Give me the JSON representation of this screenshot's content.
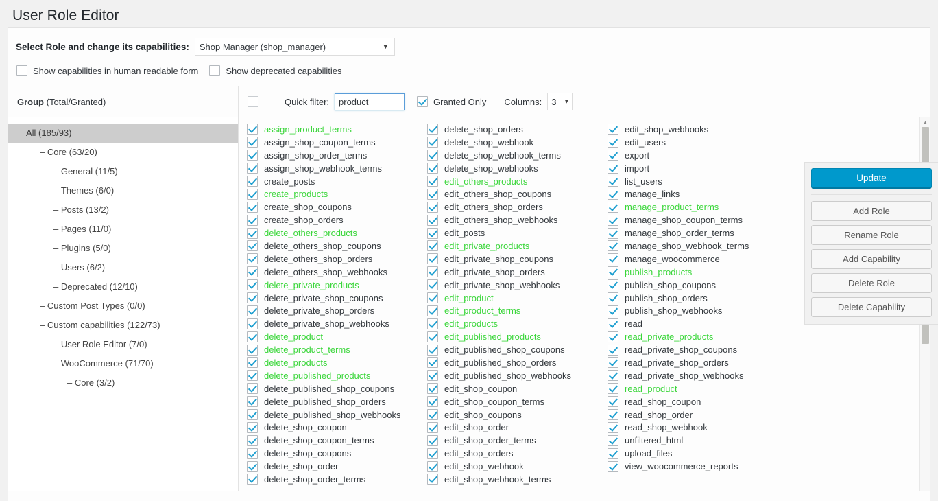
{
  "page": {
    "title": "User Role Editor"
  },
  "role_section": {
    "label": "Select Role and change its capabilities:",
    "selected_role": "Shop Manager (shop_manager)",
    "caret": "▼",
    "options": [
      "Shop Manager (shop_manager)"
    ],
    "checkboxes": [
      {
        "label": "Show capabilities in human readable form",
        "checked": false
      },
      {
        "label": "Show deprecated capabilities",
        "checked": false
      }
    ]
  },
  "toolbar": {
    "group_header_bold": "Group",
    "group_header_rest": " (Total/Granted)",
    "select_all_checked": false,
    "quick_filter_label": "Quick filter:",
    "quick_filter_value": "product",
    "quick_filter_placeholder": "",
    "granted_only_label": "Granted Only",
    "granted_only_checked": true,
    "columns_label": "Columns:",
    "columns_value": "3",
    "columns_caret": "▼"
  },
  "group_tree": [
    {
      "label": "All (185/93)",
      "depth": 0,
      "selected": true,
      "dash": false
    },
    {
      "label": "Core (63/20)",
      "depth": 1,
      "selected": false,
      "dash": true
    },
    {
      "label": "General (11/5)",
      "depth": 2,
      "selected": false,
      "dash": true
    },
    {
      "label": "Themes (6/0)",
      "depth": 2,
      "selected": false,
      "dash": true
    },
    {
      "label": "Posts (13/2)",
      "depth": 2,
      "selected": false,
      "dash": true
    },
    {
      "label": "Pages (11/0)",
      "depth": 2,
      "selected": false,
      "dash": true
    },
    {
      "label": "Plugins (5/0)",
      "depth": 2,
      "selected": false,
      "dash": true
    },
    {
      "label": "Users (6/2)",
      "depth": 2,
      "selected": false,
      "dash": true
    },
    {
      "label": "Deprecated (12/10)",
      "depth": 2,
      "selected": false,
      "dash": true
    },
    {
      "label": "Custom Post Types (0/0)",
      "depth": 1,
      "selected": false,
      "dash": true
    },
    {
      "label": "Custom capabilities (122/73)",
      "depth": 1,
      "selected": false,
      "dash": true
    },
    {
      "label": "User Role Editor (7/0)",
      "depth": 2,
      "selected": false,
      "dash": true
    },
    {
      "label": "WooCommerce (71/70)",
      "depth": 2,
      "selected": false,
      "dash": true
    },
    {
      "label": "Core (3/2)",
      "depth": 3,
      "selected": false,
      "dash": true
    }
  ],
  "capability_columns": [
    [
      {
        "name": "assign_product_terms",
        "checked": true,
        "match": true
      },
      {
        "name": "assign_shop_coupon_terms",
        "checked": true,
        "match": false
      },
      {
        "name": "assign_shop_order_terms",
        "checked": true,
        "match": false
      },
      {
        "name": "assign_shop_webhook_terms",
        "checked": true,
        "match": false
      },
      {
        "name": "create_posts",
        "checked": true,
        "match": false
      },
      {
        "name": "create_products",
        "checked": true,
        "match": true
      },
      {
        "name": "create_shop_coupons",
        "checked": true,
        "match": false
      },
      {
        "name": "create_shop_orders",
        "checked": true,
        "match": false
      },
      {
        "name": "delete_others_products",
        "checked": true,
        "match": true
      },
      {
        "name": "delete_others_shop_coupons",
        "checked": true,
        "match": false
      },
      {
        "name": "delete_others_shop_orders",
        "checked": true,
        "match": false
      },
      {
        "name": "delete_others_shop_webhooks",
        "checked": true,
        "match": false
      },
      {
        "name": "delete_private_products",
        "checked": true,
        "match": true
      },
      {
        "name": "delete_private_shop_coupons",
        "checked": true,
        "match": false
      },
      {
        "name": "delete_private_shop_orders",
        "checked": true,
        "match": false
      },
      {
        "name": "delete_private_shop_webhooks",
        "checked": true,
        "match": false
      },
      {
        "name": "delete_product",
        "checked": true,
        "match": true
      },
      {
        "name": "delete_product_terms",
        "checked": true,
        "match": true
      },
      {
        "name": "delete_products",
        "checked": true,
        "match": true
      },
      {
        "name": "delete_published_products",
        "checked": true,
        "match": true
      },
      {
        "name": "delete_published_shop_coupons",
        "checked": true,
        "match": false
      },
      {
        "name": "delete_published_shop_orders",
        "checked": true,
        "match": false
      },
      {
        "name": "delete_published_shop_webhooks",
        "checked": true,
        "match": false
      },
      {
        "name": "delete_shop_coupon",
        "checked": true,
        "match": false
      },
      {
        "name": "delete_shop_coupon_terms",
        "checked": true,
        "match": false
      },
      {
        "name": "delete_shop_coupons",
        "checked": true,
        "match": false
      },
      {
        "name": "delete_shop_order",
        "checked": true,
        "match": false
      },
      {
        "name": "delete_shop_order_terms",
        "checked": true,
        "match": false
      }
    ],
    [
      {
        "name": "delete_shop_orders",
        "checked": true,
        "match": false
      },
      {
        "name": "delete_shop_webhook",
        "checked": true,
        "match": false
      },
      {
        "name": "delete_shop_webhook_terms",
        "checked": true,
        "match": false
      },
      {
        "name": "delete_shop_webhooks",
        "checked": true,
        "match": false
      },
      {
        "name": "edit_others_products",
        "checked": true,
        "match": true
      },
      {
        "name": "edit_others_shop_coupons",
        "checked": true,
        "match": false
      },
      {
        "name": "edit_others_shop_orders",
        "checked": true,
        "match": false
      },
      {
        "name": "edit_others_shop_webhooks",
        "checked": true,
        "match": false
      },
      {
        "name": "edit_posts",
        "checked": true,
        "match": false
      },
      {
        "name": "edit_private_products",
        "checked": true,
        "match": true
      },
      {
        "name": "edit_private_shop_coupons",
        "checked": true,
        "match": false
      },
      {
        "name": "edit_private_shop_orders",
        "checked": true,
        "match": false
      },
      {
        "name": "edit_private_shop_webhooks",
        "checked": true,
        "match": false
      },
      {
        "name": "edit_product",
        "checked": true,
        "match": true
      },
      {
        "name": "edit_product_terms",
        "checked": true,
        "match": true
      },
      {
        "name": "edit_products",
        "checked": true,
        "match": true
      },
      {
        "name": "edit_published_products",
        "checked": true,
        "match": true
      },
      {
        "name": "edit_published_shop_coupons",
        "checked": true,
        "match": false
      },
      {
        "name": "edit_published_shop_orders",
        "checked": true,
        "match": false
      },
      {
        "name": "edit_published_shop_webhooks",
        "checked": true,
        "match": false
      },
      {
        "name": "edit_shop_coupon",
        "checked": true,
        "match": false
      },
      {
        "name": "edit_shop_coupon_terms",
        "checked": true,
        "match": false
      },
      {
        "name": "edit_shop_coupons",
        "checked": true,
        "match": false
      },
      {
        "name": "edit_shop_order",
        "checked": true,
        "match": false
      },
      {
        "name": "edit_shop_order_terms",
        "checked": true,
        "match": false
      },
      {
        "name": "edit_shop_orders",
        "checked": true,
        "match": false
      },
      {
        "name": "edit_shop_webhook",
        "checked": true,
        "match": false
      },
      {
        "name": "edit_shop_webhook_terms",
        "checked": true,
        "match": false
      }
    ],
    [
      {
        "name": "edit_shop_webhooks",
        "checked": true,
        "match": false
      },
      {
        "name": "edit_users",
        "checked": true,
        "match": false
      },
      {
        "name": "export",
        "checked": true,
        "match": false
      },
      {
        "name": "import",
        "checked": true,
        "match": false
      },
      {
        "name": "list_users",
        "checked": true,
        "match": false
      },
      {
        "name": "manage_links",
        "checked": true,
        "match": false
      },
      {
        "name": "manage_product_terms",
        "checked": true,
        "match": true
      },
      {
        "name": "manage_shop_coupon_terms",
        "checked": true,
        "match": false
      },
      {
        "name": "manage_shop_order_terms",
        "checked": true,
        "match": false
      },
      {
        "name": "manage_shop_webhook_terms",
        "checked": true,
        "match": false
      },
      {
        "name": "manage_woocommerce",
        "checked": true,
        "match": false
      },
      {
        "name": "publish_products",
        "checked": true,
        "match": true
      },
      {
        "name": "publish_shop_coupons",
        "checked": true,
        "match": false
      },
      {
        "name": "publish_shop_orders",
        "checked": true,
        "match": false
      },
      {
        "name": "publish_shop_webhooks",
        "checked": true,
        "match": false
      },
      {
        "name": "read",
        "checked": true,
        "match": false
      },
      {
        "name": "read_private_products",
        "checked": true,
        "match": true
      },
      {
        "name": "read_private_shop_coupons",
        "checked": true,
        "match": false
      },
      {
        "name": "read_private_shop_orders",
        "checked": true,
        "match": false
      },
      {
        "name": "read_private_shop_webhooks",
        "checked": true,
        "match": false
      },
      {
        "name": "read_product",
        "checked": true,
        "match": true
      },
      {
        "name": "read_shop_coupon",
        "checked": true,
        "match": false
      },
      {
        "name": "read_shop_order",
        "checked": true,
        "match": false
      },
      {
        "name": "read_shop_webhook",
        "checked": true,
        "match": false
      },
      {
        "name": "unfiltered_html",
        "checked": true,
        "match": false
      },
      {
        "name": "upload_files",
        "checked": true,
        "match": false
      },
      {
        "name": "view_woocommerce_reports",
        "checked": true,
        "match": false
      }
    ]
  ],
  "scrollbar": {
    "up_arrow": "▲"
  },
  "action_panel": {
    "update_label": "Update",
    "buttons": [
      "Add Role",
      "Rename Role",
      "Add Capability",
      "Delete Role",
      "Delete Capability"
    ]
  },
  "colors": {
    "accent_blue": "#0099cc",
    "match_green": "#3ad63a",
    "checkmark_blue": "#1e9fd0",
    "selection_gray": "#cdcdcd",
    "page_background": "#f1f1f1"
  }
}
